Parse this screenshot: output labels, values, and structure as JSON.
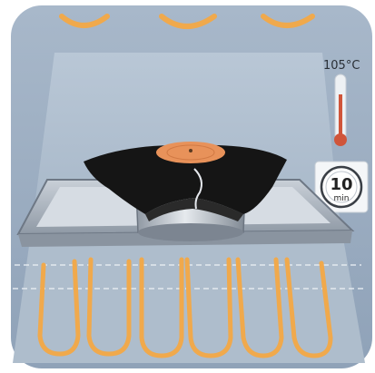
{
  "oven": {
    "temperature_label": "105°C",
    "timer_value": "10",
    "timer_unit": "min",
    "icons": [
      "thermometer-icon",
      "timer-icon"
    ]
  },
  "colors": {
    "oven_wall": "#9fb0c4",
    "cavity": "#b5c4d3",
    "heating_element": "#f0a94c",
    "vinyl_record": "#151515",
    "record_label": "#e8925a",
    "thermometer_bulb": "#d0553a"
  }
}
